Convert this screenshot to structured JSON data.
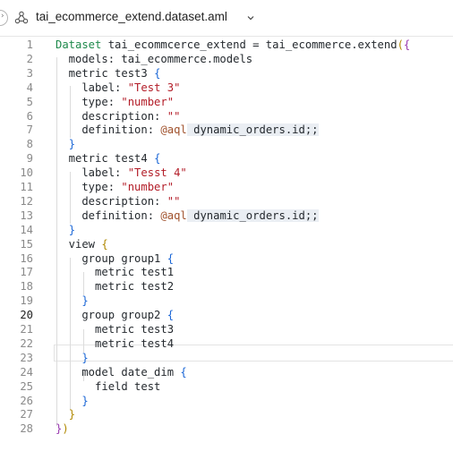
{
  "tab": {
    "file_name": "tai_ecommerce_extend.dataset.aml",
    "icon": "dataset-nodes-icon",
    "dropdown_icon": "chevron-down-icon"
  },
  "editor": {
    "active_line": 20,
    "lines": [
      {
        "n": "1",
        "tokens": [
          {
            "t": "Dataset",
            "c": "k-green"
          },
          {
            "t": " tai_ecommcerce_extend = tai_ecommerce.extend"
          },
          {
            "t": "(",
            "c": "b1"
          },
          {
            "t": "{",
            "c": "b2"
          }
        ]
      },
      {
        "n": "2",
        "tokens": [
          {
            "t": "  models: tai_ecommerce.models"
          }
        ]
      },
      {
        "n": "3",
        "tokens": [
          {
            "t": "  metric test3 "
          },
          {
            "t": "{",
            "c": "b3"
          }
        ]
      },
      {
        "n": "4",
        "tokens": [
          {
            "t": "    label: "
          },
          {
            "t": "\"Test 3\"",
            "c": "k-str"
          }
        ]
      },
      {
        "n": "5",
        "tokens": [
          {
            "t": "    type: "
          },
          {
            "t": "\"number\"",
            "c": "k-str"
          }
        ]
      },
      {
        "n": "6",
        "tokens": [
          {
            "t": "    description: "
          },
          {
            "t": "\"\"",
            "c": "k-str"
          }
        ]
      },
      {
        "n": "7",
        "tokens": [
          {
            "t": "    definition: "
          },
          {
            "t": "@aql",
            "c": "k-at"
          },
          {
            "t": " dynamic_orders.id;;",
            "c": "aqlhl"
          }
        ]
      },
      {
        "n": "8",
        "tokens": [
          {
            "t": "  "
          },
          {
            "t": "}",
            "c": "b3"
          }
        ]
      },
      {
        "n": "9",
        "tokens": [
          {
            "t": "  metric test4 "
          },
          {
            "t": "{",
            "c": "b3"
          }
        ]
      },
      {
        "n": "10",
        "tokens": [
          {
            "t": "    label: "
          },
          {
            "t": "\"Tesst 4\"",
            "c": "k-str"
          }
        ]
      },
      {
        "n": "11",
        "tokens": [
          {
            "t": "    type: "
          },
          {
            "t": "\"number\"",
            "c": "k-str"
          }
        ]
      },
      {
        "n": "12",
        "tokens": [
          {
            "t": "    description: "
          },
          {
            "t": "\"\"",
            "c": "k-str"
          }
        ]
      },
      {
        "n": "13",
        "tokens": [
          {
            "t": "    definition: "
          },
          {
            "t": "@aql",
            "c": "k-at"
          },
          {
            "t": " dynamic_orders.id;;",
            "c": "aqlhl"
          }
        ]
      },
      {
        "n": "14",
        "tokens": [
          {
            "t": "  "
          },
          {
            "t": "}",
            "c": "b3"
          }
        ]
      },
      {
        "n": "15",
        "tokens": [
          {
            "t": "  view "
          },
          {
            "t": "{",
            "c": "b1"
          }
        ]
      },
      {
        "n": "16",
        "tokens": [
          {
            "t": "    group group1 "
          },
          {
            "t": "{",
            "c": "b3"
          }
        ]
      },
      {
        "n": "17",
        "tokens": [
          {
            "t": "      metric test1"
          }
        ]
      },
      {
        "n": "18",
        "tokens": [
          {
            "t": "      metric test2"
          }
        ]
      },
      {
        "n": "19",
        "tokens": [
          {
            "t": "    "
          },
          {
            "t": "}",
            "c": "b3"
          }
        ]
      },
      {
        "n": "20",
        "tokens": [
          {
            "t": "    group group2 "
          },
          {
            "t": "{",
            "c": "b3"
          }
        ]
      },
      {
        "n": "21",
        "tokens": [
          {
            "t": "      metric test3"
          }
        ]
      },
      {
        "n": "22",
        "tokens": [
          {
            "t": "      metric test4"
          }
        ]
      },
      {
        "n": "23",
        "tokens": [
          {
            "t": "    "
          },
          {
            "t": "}",
            "c": "b3"
          }
        ]
      },
      {
        "n": "24",
        "tokens": [
          {
            "t": "    model date_dim "
          },
          {
            "t": "{",
            "c": "b3"
          }
        ]
      },
      {
        "n": "25",
        "tokens": [
          {
            "t": "      field test"
          }
        ]
      },
      {
        "n": "26",
        "tokens": [
          {
            "t": "    "
          },
          {
            "t": "}",
            "c": "b3"
          }
        ]
      },
      {
        "n": "27",
        "tokens": [
          {
            "t": "  "
          },
          {
            "t": "}",
            "c": "b1"
          }
        ]
      },
      {
        "n": "28",
        "tokens": [
          {
            "t": "}",
            "c": "b2"
          },
          {
            "t": ")",
            "c": "b1"
          }
        ]
      }
    ]
  }
}
